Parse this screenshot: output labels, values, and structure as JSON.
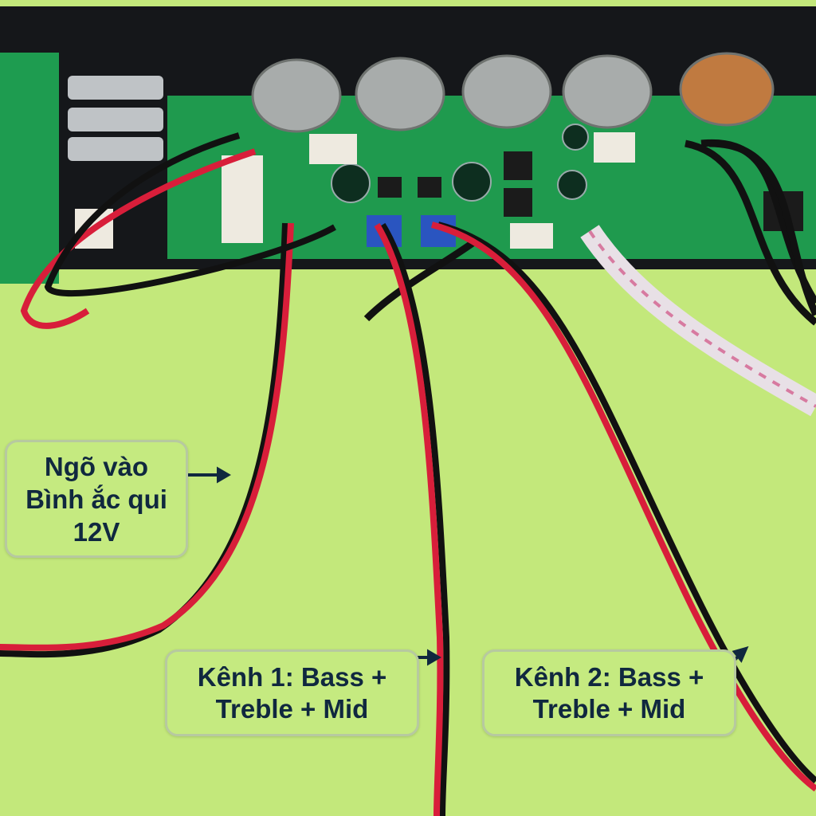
{
  "labels": {
    "battery_input": [
      "Ngõ vào",
      "Bình ắc qui",
      "12V"
    ],
    "channel_1": [
      "Kênh 1: Bass +",
      "Treble + Mid"
    ],
    "channel_2": [
      "Kênh 2: Bass +",
      "Treble + Mid"
    ]
  },
  "colors": {
    "background": "#c3e87b",
    "text": "#10283f",
    "pcb": "#1f9a4e",
    "wire_red": "#d81e3a",
    "wire_black": "#111111"
  }
}
